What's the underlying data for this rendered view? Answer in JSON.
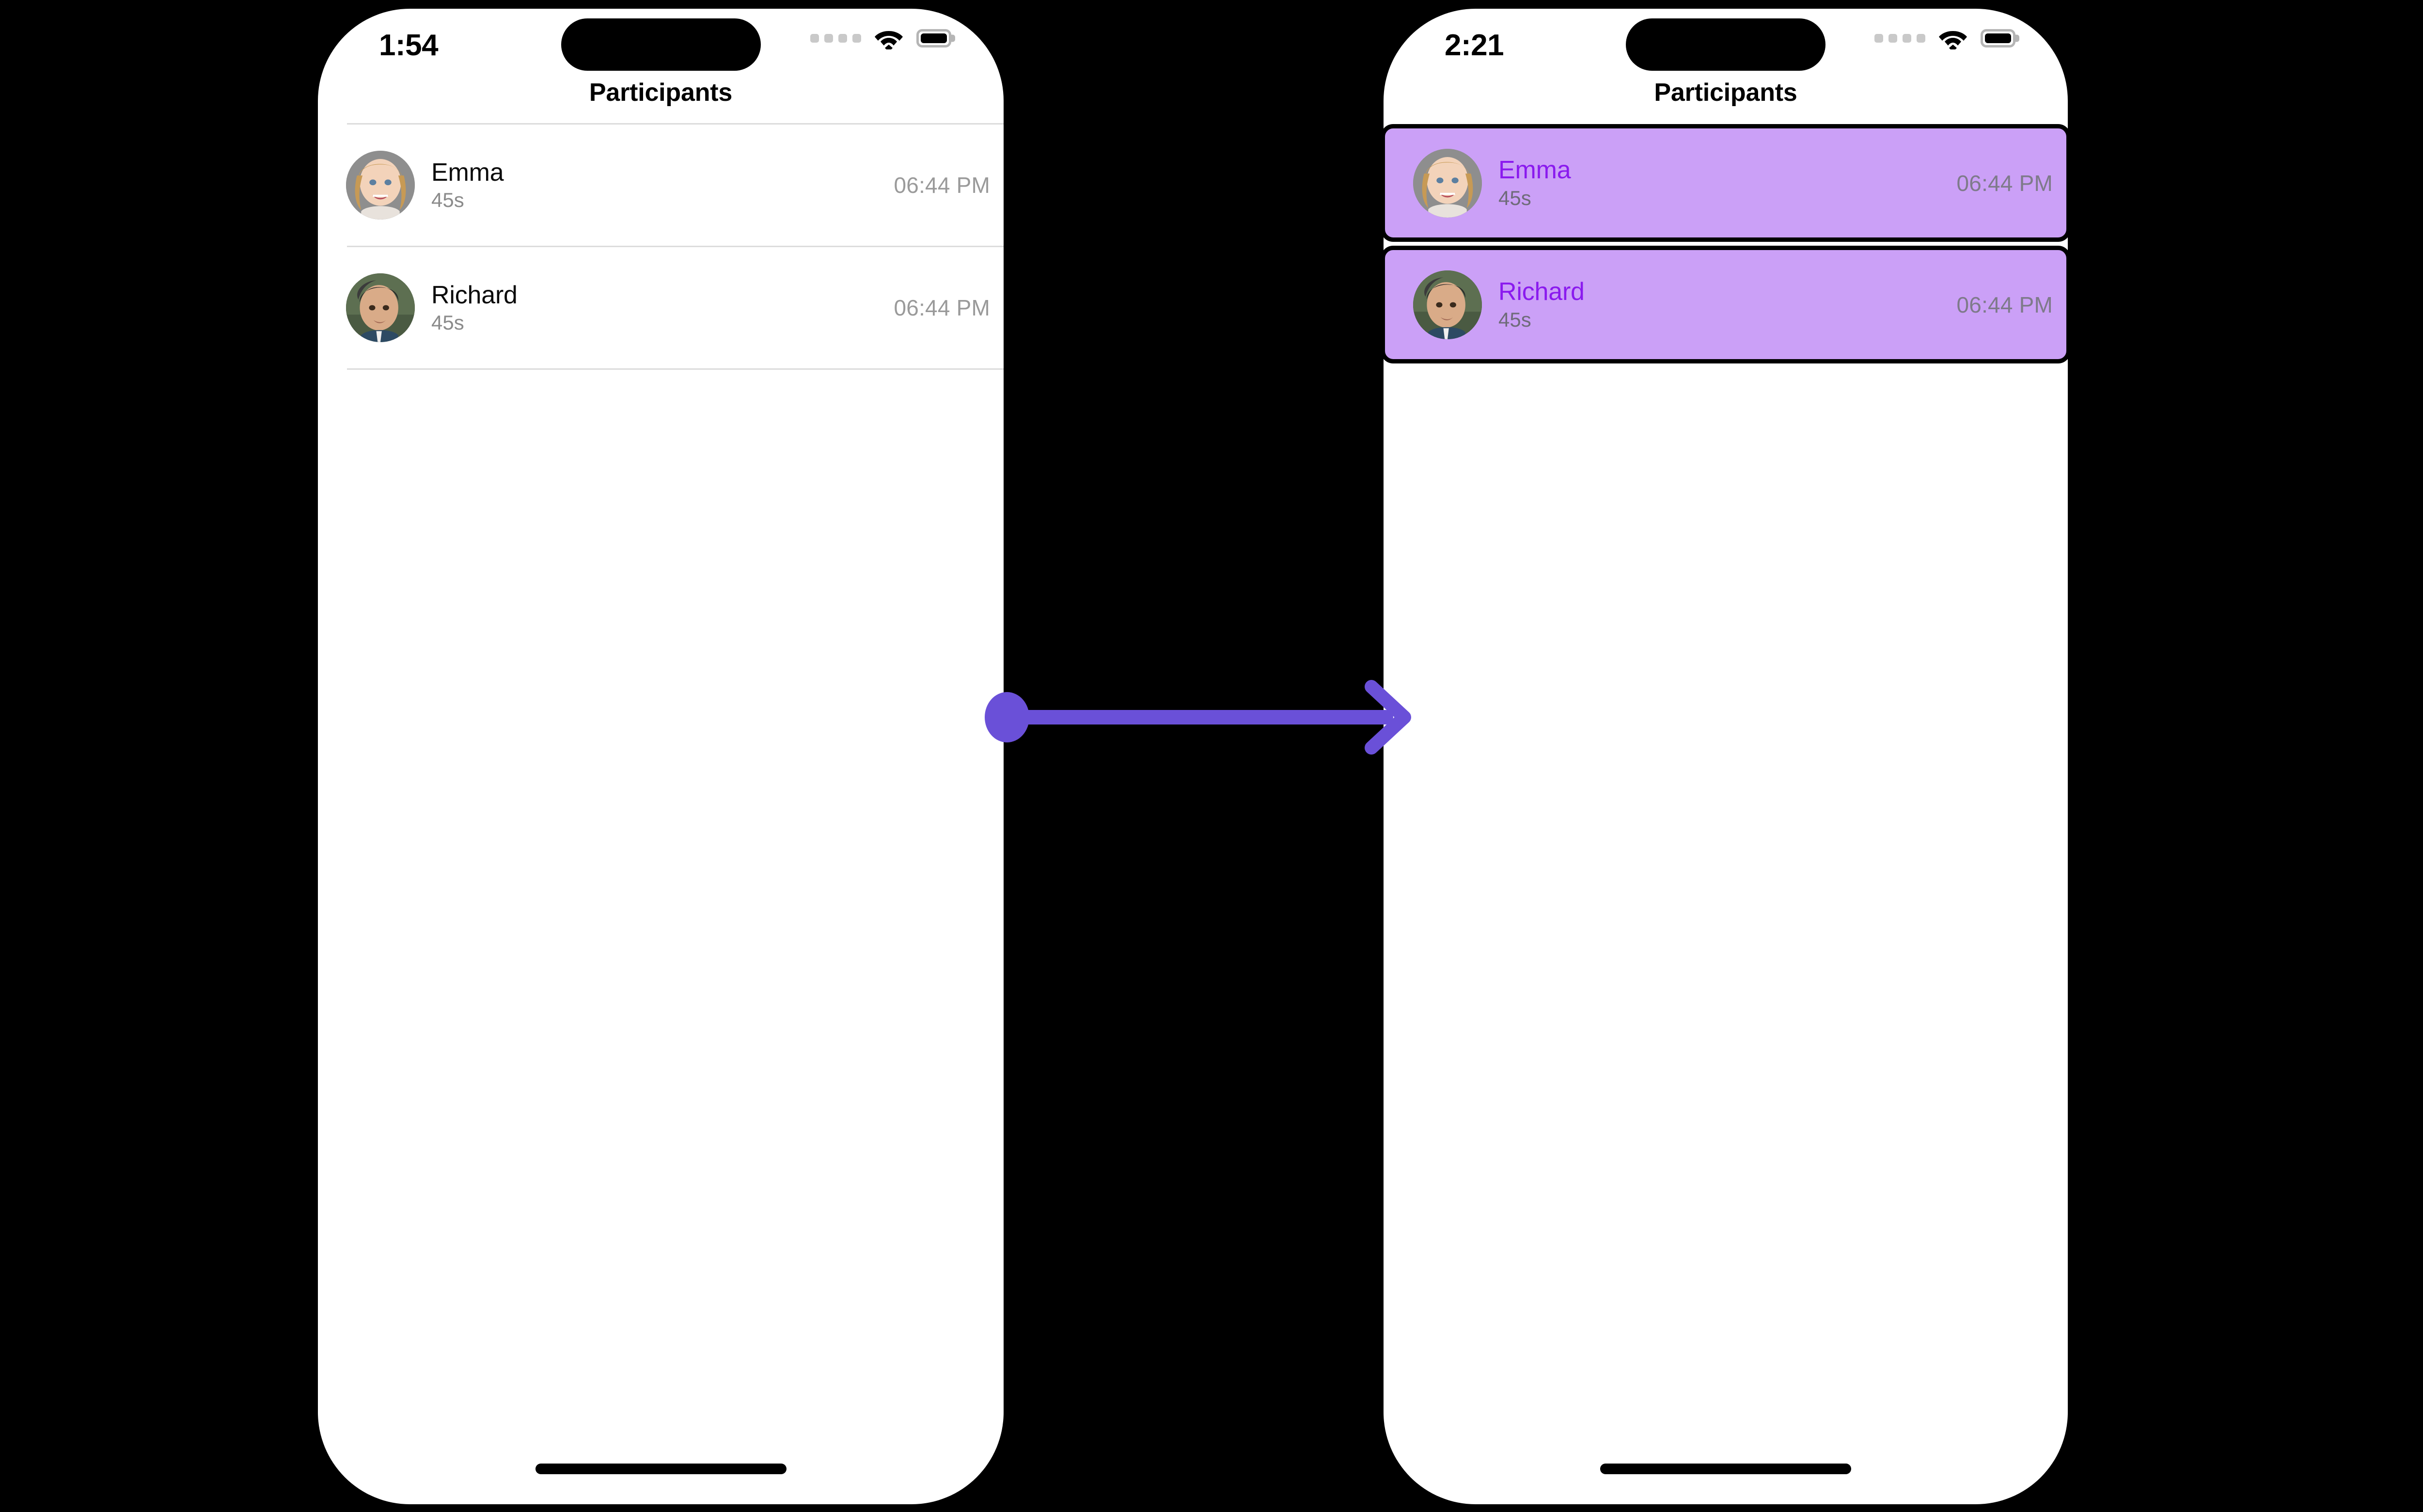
{
  "annotation": {
    "arrow_color": "#6A50D8",
    "arrow_direction": "left-to-right",
    "start_marker": "dot",
    "end_marker": "chevron-arrowhead"
  },
  "screens": [
    {
      "id": "before",
      "position": "left",
      "status_bar": {
        "time": "1:54",
        "cellular_icon": "cellular-dots-icon",
        "wifi_icon": "wifi-icon",
        "battery_icon": "battery-full-icon"
      },
      "navbar": {
        "title": "Participants"
      },
      "list_style": "plain",
      "rows": [
        {
          "avatar": "avatar-emma",
          "name": "Emma",
          "subtitle": "45s",
          "time": "06:44 PM",
          "selected": false
        },
        {
          "avatar": "avatar-richard",
          "name": "Richard",
          "subtitle": "45s",
          "time": "06:44 PM",
          "selected": false
        }
      ],
      "home_indicator": true
    },
    {
      "id": "after",
      "position": "right",
      "status_bar": {
        "time": "2:21",
        "cellular_icon": "cellular-dots-icon",
        "wifi_icon": "wifi-icon",
        "battery_icon": "battery-full-icon"
      },
      "navbar": {
        "title": "Participants"
      },
      "list_style": "highlighted",
      "highlight": {
        "fill": "#CBA0F7",
        "border": "#000000",
        "name_color": "#8A1AEE",
        "subtitle_color": "#6F6B7A",
        "time_color": "#7E7A8A"
      },
      "rows": [
        {
          "avatar": "avatar-emma",
          "name": "Emma",
          "subtitle": "45s",
          "time": "06:44 PM",
          "selected": true
        },
        {
          "avatar": "avatar-richard",
          "name": "Richard",
          "subtitle": "45s",
          "time": "06:44 PM",
          "selected": true
        }
      ],
      "home_indicator": true
    }
  ]
}
